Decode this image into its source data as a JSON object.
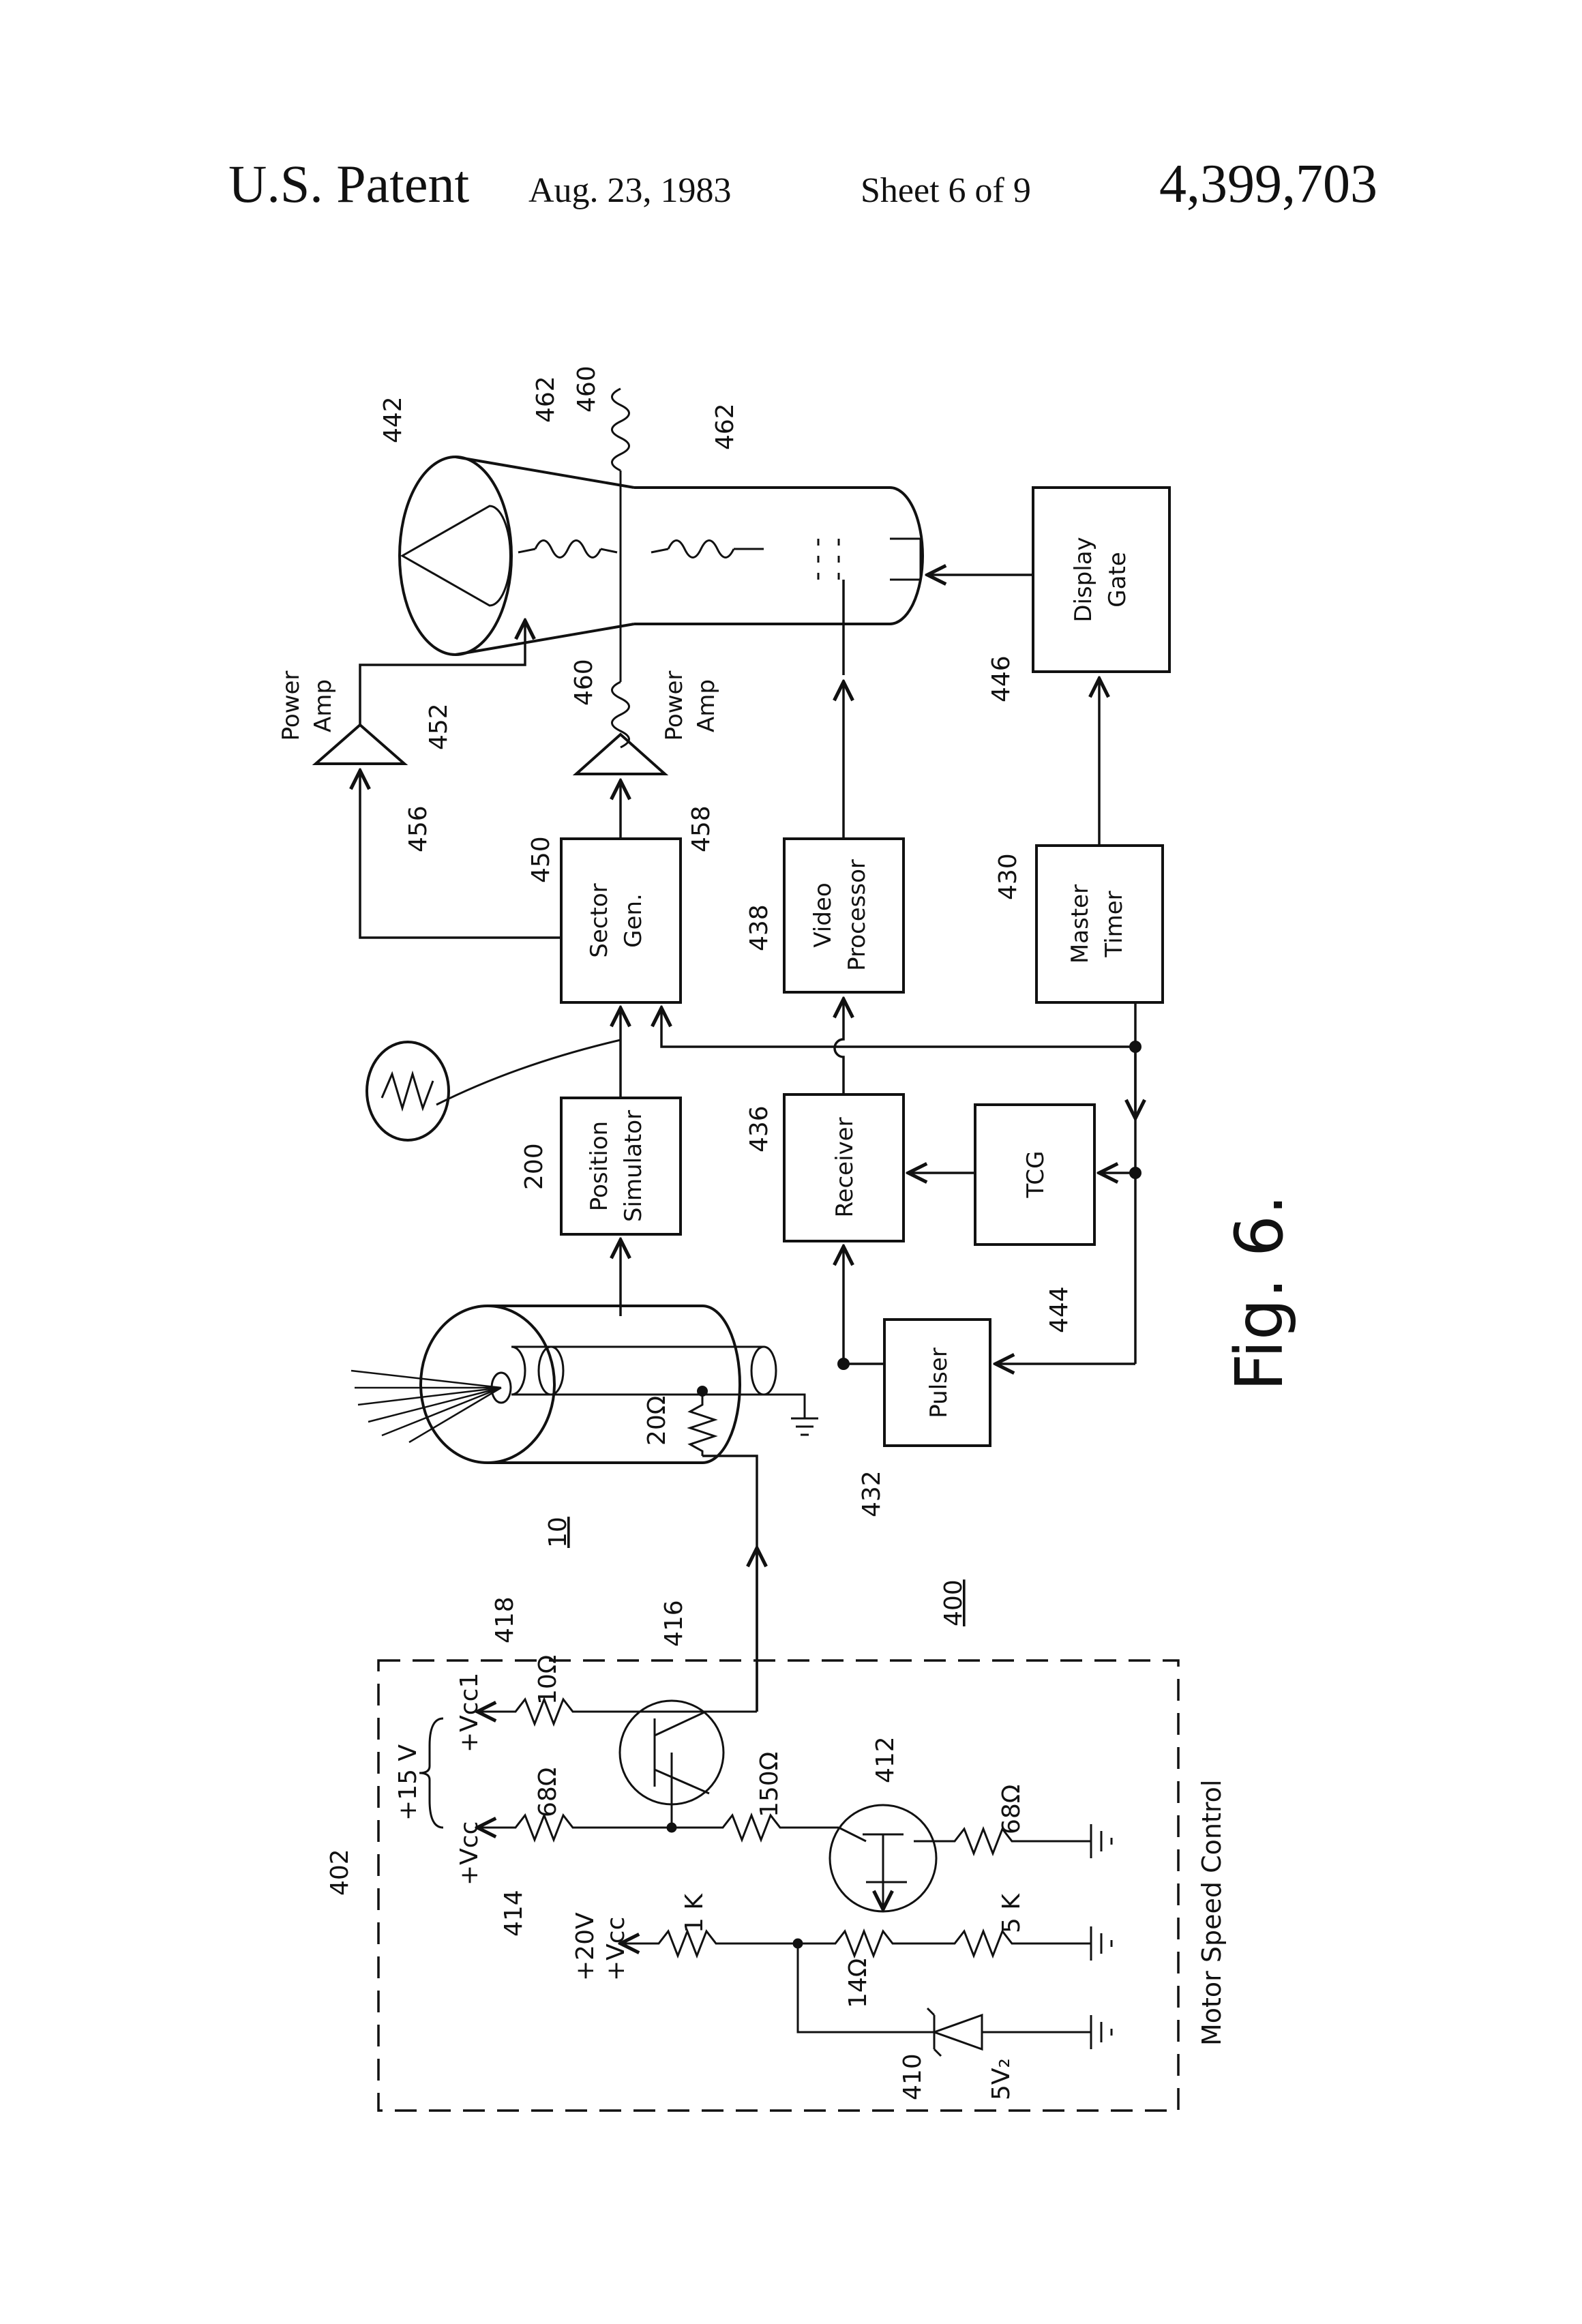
{
  "header": {
    "patent": "U.S. Patent",
    "date": "Aug. 23, 1983",
    "sheet": "Sheet 6 of 9",
    "number": "4,399,703"
  },
  "figure": "Fig. 6.",
  "blocks": {
    "position_simulator": [
      "Position",
      "Simulator"
    ],
    "sector_gen": [
      "Sector",
      "Gen."
    ],
    "receiver": "Receiver",
    "video_processor": [
      "Video",
      "Processor"
    ],
    "tcg": "TCG",
    "master_timer": [
      "Master",
      "Timer"
    ],
    "pulser": "Pulser",
    "display_gate": [
      "Display",
      "Gate"
    ],
    "power_amp_top": [
      "Power",
      "Amp"
    ],
    "power_amp_bottom": [
      "Power",
      "Amp"
    ]
  },
  "refs": {
    "r442": "442",
    "r462a": "462",
    "r460a": "460",
    "r462b": "462",
    "r460b": "460",
    "r452": "452",
    "r456": "456",
    "r458": "458",
    "r446": "446",
    "r450": "450",
    "r438": "438",
    "r430": "430",
    "r200": "200",
    "r436": "436",
    "r444": "444",
    "r432": "432",
    "r10": "10",
    "r400": "400",
    "r402": "402",
    "r418": "418",
    "r416": "416",
    "r412": "412",
    "r414": "414",
    "r410": "410"
  },
  "components": {
    "res_20": "20Ω",
    "res_10": "10Ω",
    "res_68a": "68Ω",
    "res_150": "150Ω",
    "res_68b": "68Ω",
    "res_1k": "1 K",
    "res_14": "14Ω",
    "res_5k": "5 K",
    "zener": "5V₂",
    "vcc1": "+Vcc1",
    "vcc": "+Vcc",
    "v15": "+15 V",
    "v20": "+20V",
    "vcc2": "+Vcc"
  },
  "motor_speed_control": "Motor Speed Control"
}
